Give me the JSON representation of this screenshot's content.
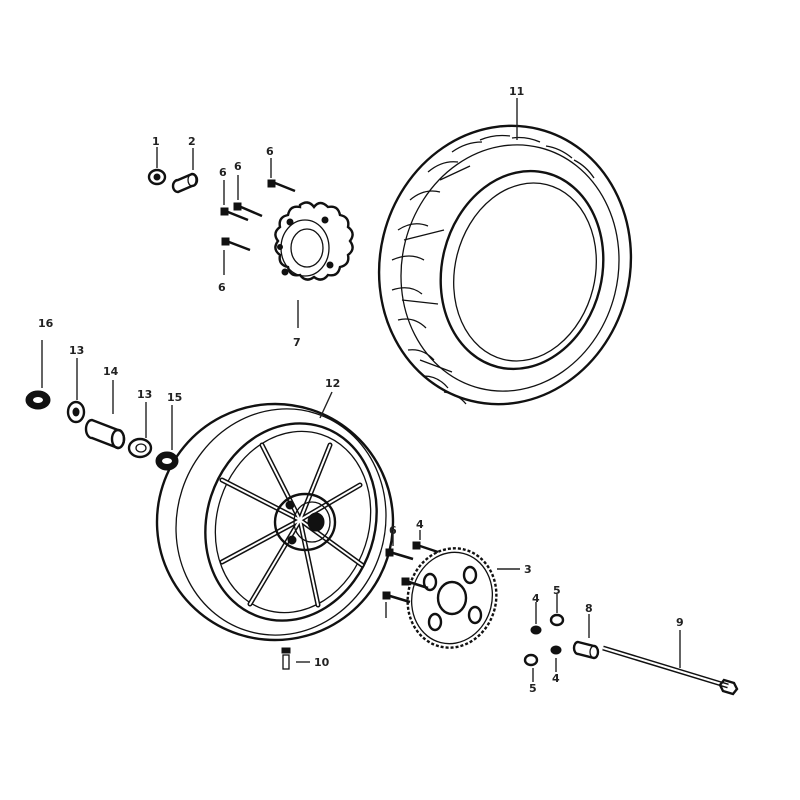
{
  "diagram": {
    "labels": {
      "tire": "11",
      "rim": "12",
      "brake_disc": "7",
      "sprocket": "3",
      "axle": "9",
      "valve": "10",
      "spacer": "8",
      "bolt": "6",
      "nut": "4",
      "washer": "5",
      "bearing_left": "13",
      "bearing_right": "13",
      "hub_collar": "14",
      "seal_left": "16",
      "seal_right": "15",
      "top_nut": "1",
      "top_collar": "2"
    }
  }
}
